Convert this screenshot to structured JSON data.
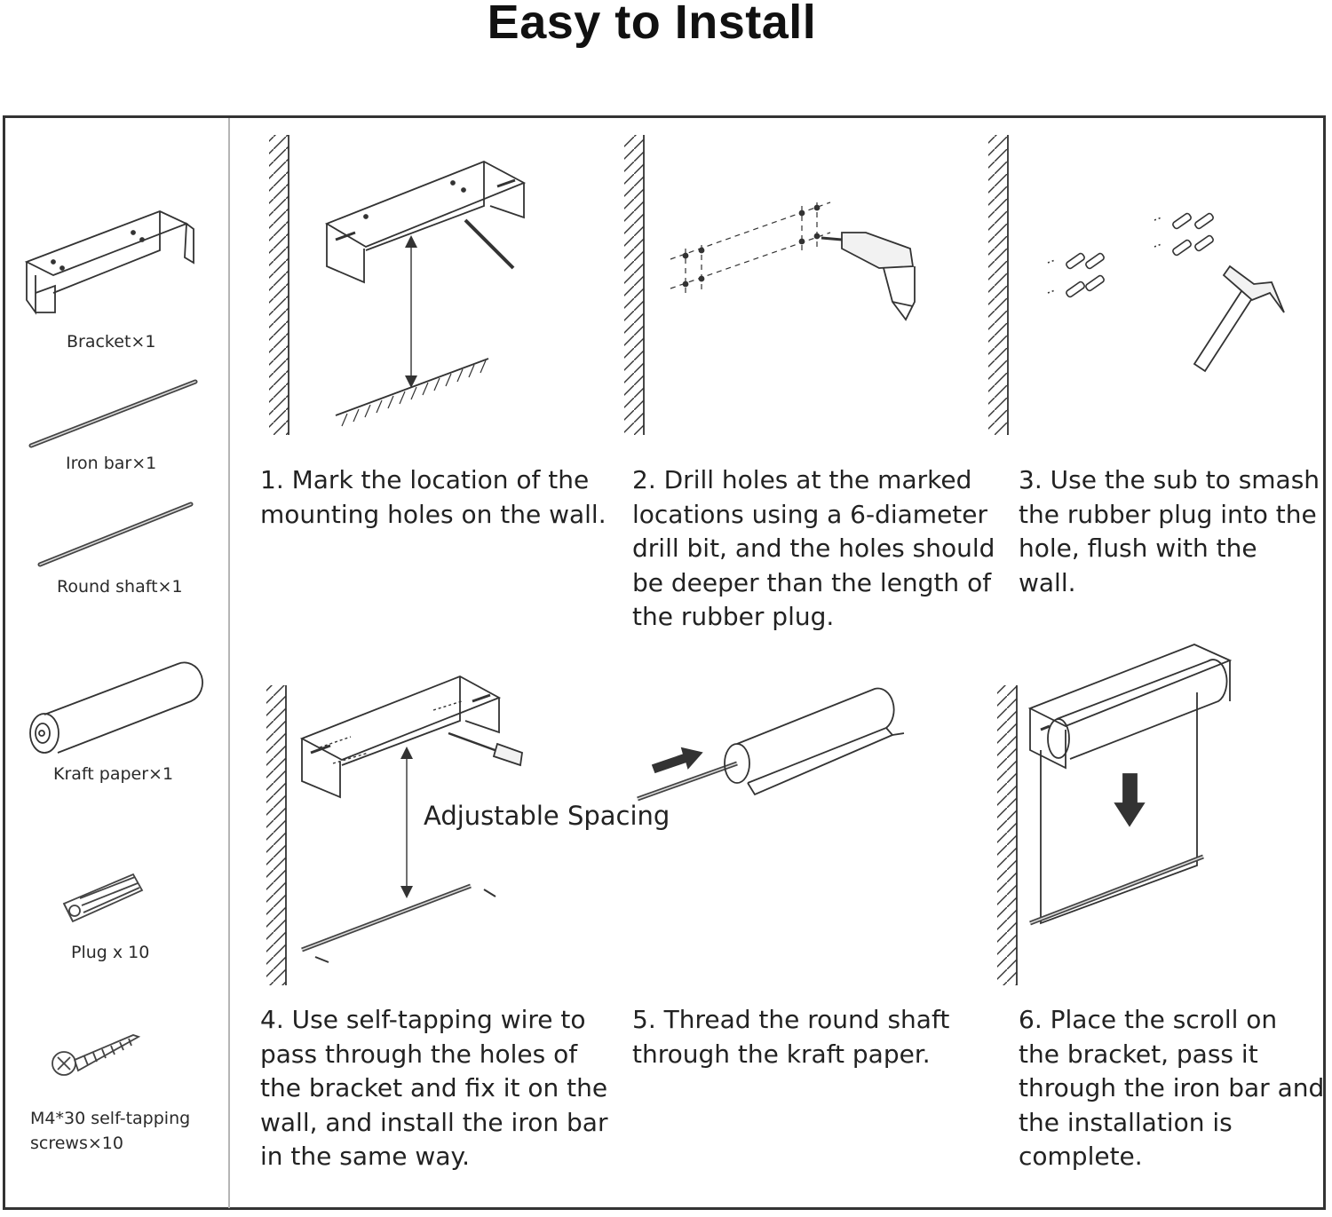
{
  "title": "Easy to Install",
  "parts": [
    {
      "label": "Bracket×1",
      "icon": "bracket-icon"
    },
    {
      "label": "Iron bar×1",
      "icon": "iron-bar-icon"
    },
    {
      "label": "Round shaft×1",
      "icon": "round-shaft-icon"
    },
    {
      "label": "Kraft paper×1",
      "icon": "kraft-paper-roll-icon"
    },
    {
      "label": "Plug x 10",
      "icon": "rubber-plug-icon"
    },
    {
      "label_line1": "M4*30 self-tapping",
      "label_line2": "screws×10",
      "icon": "screw-icon"
    }
  ],
  "steps": [
    {
      "text": "1. Mark the location of the mounting holes on the wall."
    },
    {
      "text": "2. Drill holes at the marked locations using a 6-diameter drill bit, and the holes should be deeper than the length of the rubber plug."
    },
    {
      "text": "3. Use the sub to smash the rubber plug into the hole, flush with the wall."
    },
    {
      "text": "4. Use self-tapping wire to pass through the holes of the bracket and fix it on the wall, and install the iron bar in the same way."
    },
    {
      "text": "5. Thread the round shaft through the kraft paper."
    },
    {
      "text": "6. Place the scroll on the bracket, pass it through the iron bar and the installation is complete."
    }
  ],
  "annotation": "Adjustable Spacing"
}
